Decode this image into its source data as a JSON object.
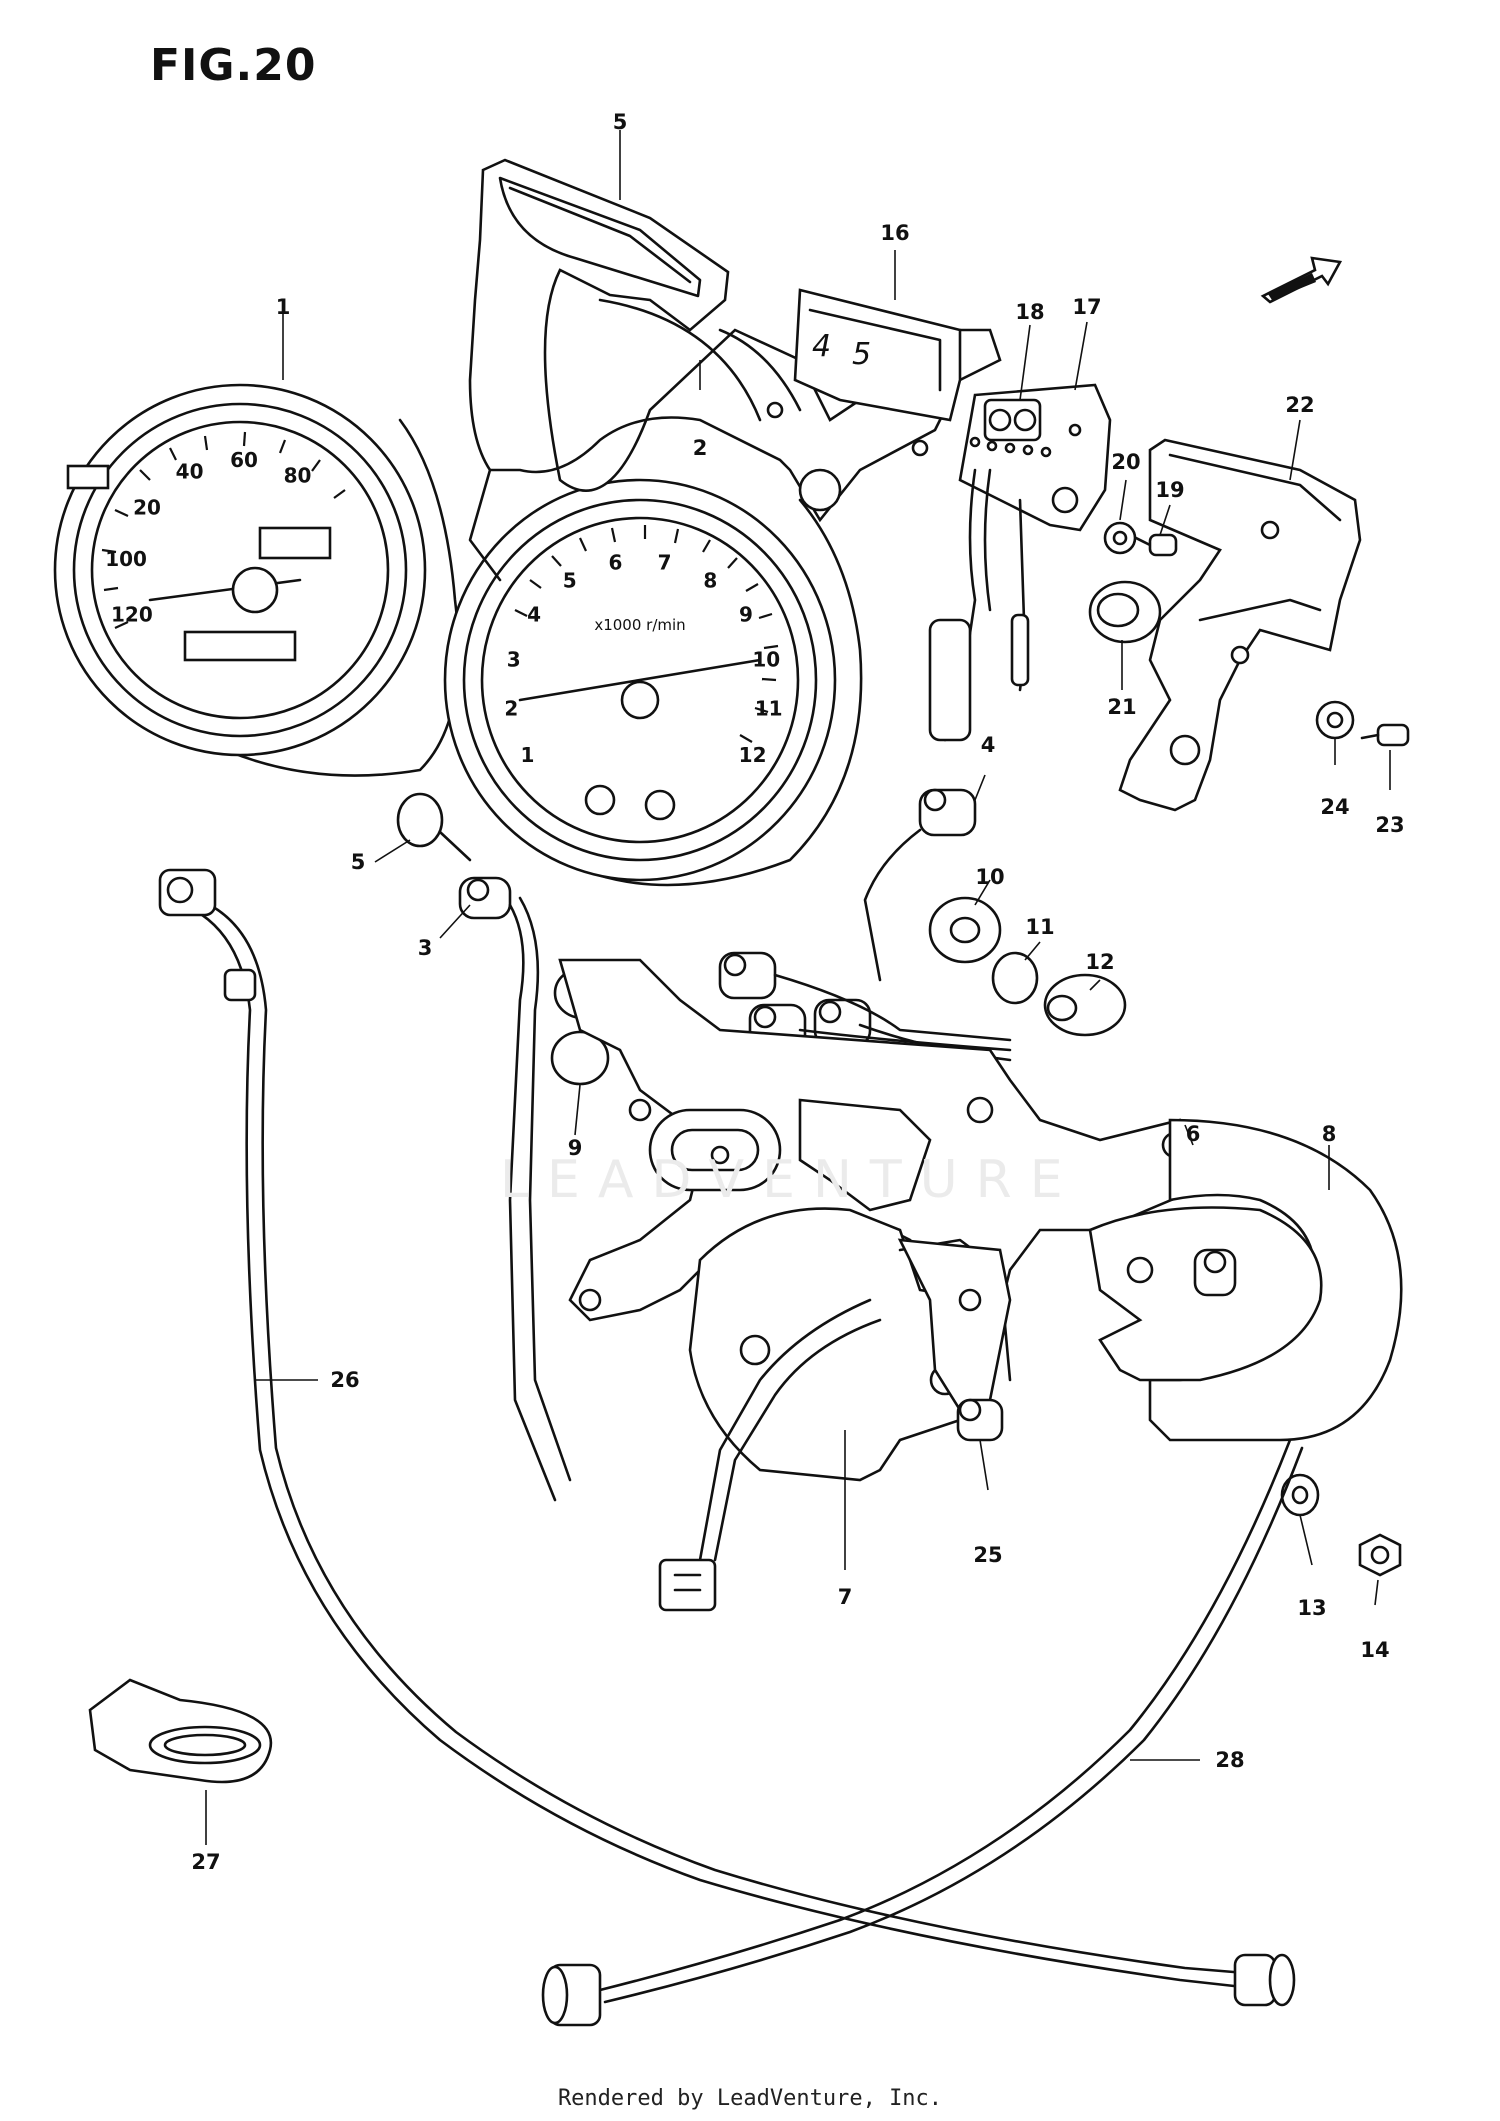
{
  "figure": {
    "title": "FIG.20",
    "watermark": "LEADVENTURE",
    "credit": "Rendered by LeadVenture, Inc."
  },
  "parts": [
    {
      "id": "speedometer",
      "label": "1"
    },
    {
      "id": "tachometer",
      "label": "2"
    },
    {
      "id": "socket-left",
      "label": "3"
    },
    {
      "id": "socket-right",
      "label": "4"
    },
    {
      "id": "upper-cover",
      "label": "5"
    },
    {
      "id": "bulb-small",
      "label": "5"
    },
    {
      "id": "meter-bracket",
      "label": "6"
    },
    {
      "id": "lower-case",
      "label": "7"
    },
    {
      "id": "bracket-arm",
      "label": "8"
    },
    {
      "id": "cushion-9",
      "label": "9"
    },
    {
      "id": "cushion-10",
      "label": "10"
    },
    {
      "id": "bulb-11",
      "label": "11"
    },
    {
      "id": "cushion-12",
      "label": "12"
    },
    {
      "id": "washer-13",
      "label": "13"
    },
    {
      "id": "nut-14",
      "label": "14"
    },
    {
      "id": "gear-indicator",
      "label": "16"
    },
    {
      "id": "indicator-panel",
      "label": "17"
    },
    {
      "id": "indicator-socket",
      "label": "18"
    },
    {
      "id": "screw-19",
      "label": "19"
    },
    {
      "id": "washer-20",
      "label": "20"
    },
    {
      "id": "grommet-21",
      "label": "21"
    },
    {
      "id": "side-cover",
      "label": "22"
    },
    {
      "id": "screw-23",
      "label": "23"
    },
    {
      "id": "washer-24",
      "label": "24"
    },
    {
      "id": "socket-25",
      "label": "25"
    },
    {
      "id": "speedometer-cable",
      "label": "26"
    },
    {
      "id": "cable-grommet",
      "label": "27"
    },
    {
      "id": "tachometer-cable",
      "label": "28"
    }
  ],
  "gauge_text": {
    "speedo_numbers": [
      "80",
      "60",
      "40",
      "20",
      "100",
      "120"
    ],
    "tacho_numbers": [
      "1",
      "2",
      "3",
      "4",
      "5",
      "6",
      "7",
      "8",
      "9",
      "10",
      "11",
      "12"
    ],
    "tacho_unit": "x1000 r/min",
    "indicator_letters": [
      "4",
      "5"
    ]
  },
  "colors": {
    "line": "#111111",
    "background": "#ffffff",
    "watermark": "#ebebeb"
  }
}
